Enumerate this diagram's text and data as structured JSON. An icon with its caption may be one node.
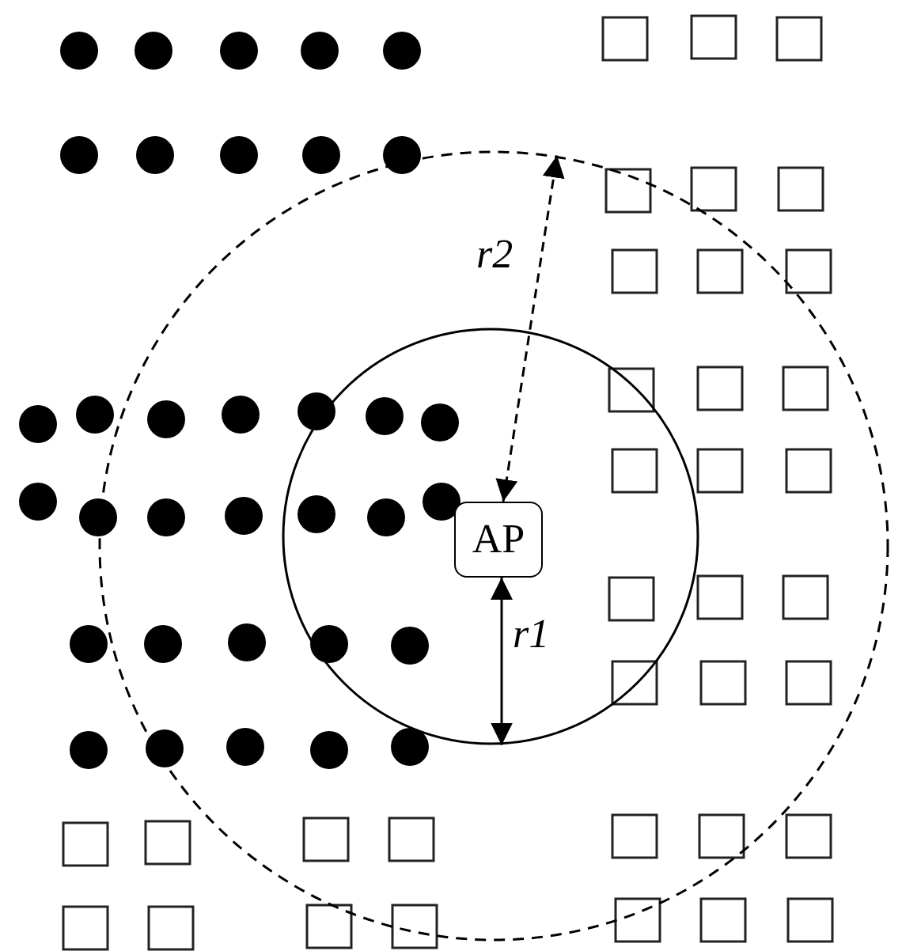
{
  "diagram": {
    "nodes": [
      {
        "text": [],
        "shape": "circle"
      },
      {
        "text": [],
        "shape": "circle",
        "in": 0
      },
      {
        "text": [
          "AP"
        ],
        "in": 1
      }
    ],
    "edges": [
      {
        "from": 2,
        "to": 0,
        "arrow": "both",
        "label": "r2",
        "style": "dashed"
      },
      {
        "from": 2,
        "to": 1,
        "arrow": "both",
        "label": "r1"
      }
    ]
  }
}
